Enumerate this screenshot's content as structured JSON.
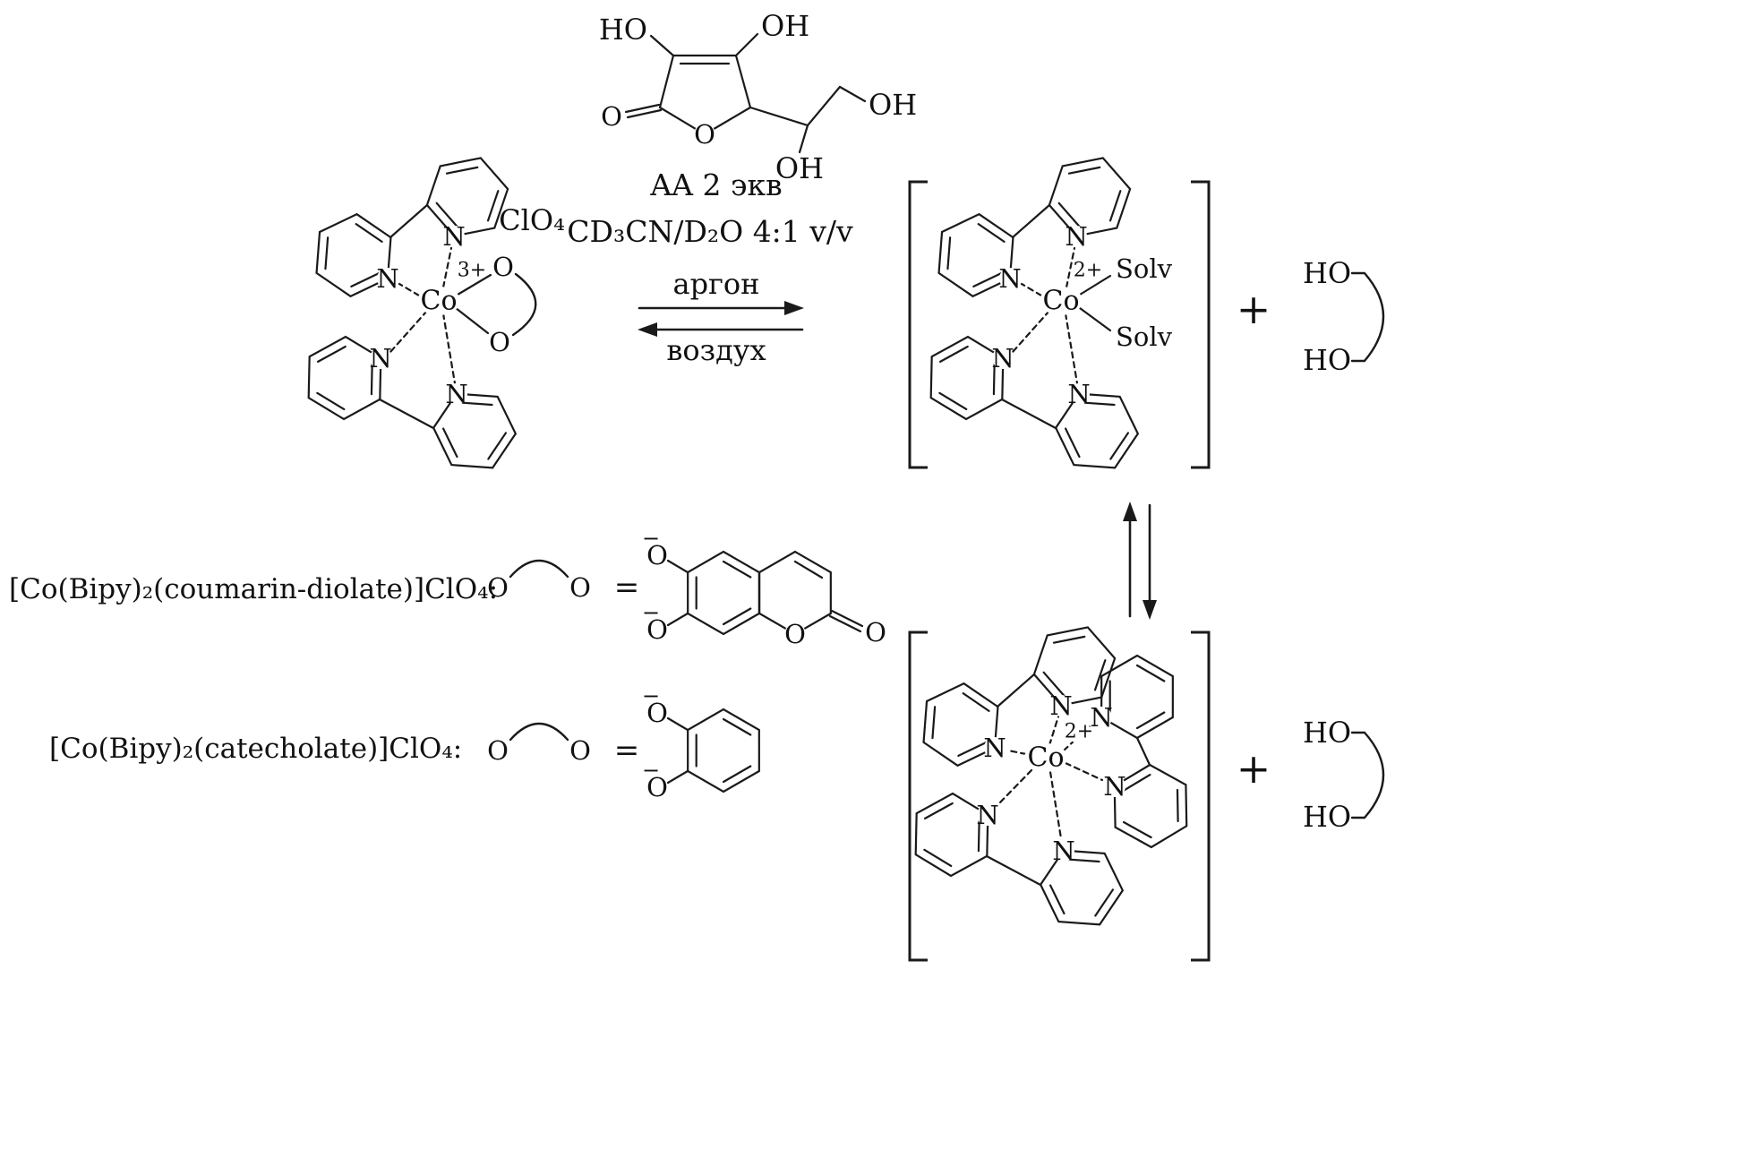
{
  "labels": {
    "N": "N",
    "O": "O",
    "Co": "Co",
    "HO": "HO",
    "OH": "OH",
    "Solv": "Solv",
    "minus": "−",
    "plus": "+",
    "equals": "="
  },
  "top": {
    "aa": "AA 2 экв",
    "solvent": "CD₃CN/D₂O 4:1 v/v",
    "forward": "аргон",
    "reverse": "воздух"
  },
  "charges": {
    "co3": "3+",
    "co2": "2+"
  },
  "counterion": "ClO₄",
  "definitions": [
    {
      "name": "[Co(Bipy)₂(coumarin-diolate)]ClO₄:"
    },
    {
      "name": "[Co(Bipy)₂(catecholate)]ClO₄:"
    }
  ]
}
